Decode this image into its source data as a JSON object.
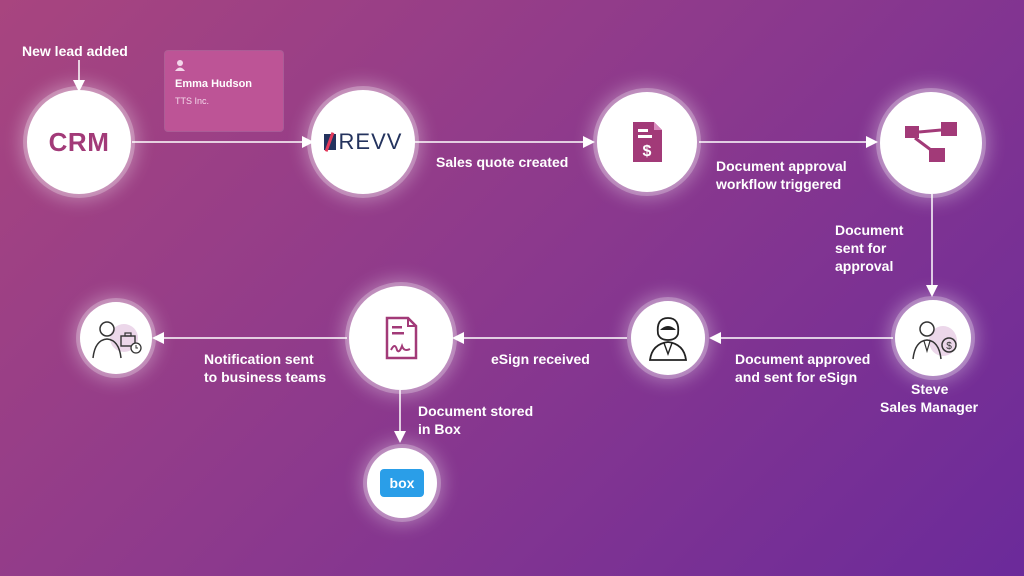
{
  "lead_trigger": "New lead added",
  "lead_card": {
    "name": "Emma Hudson",
    "company": "TTS Inc."
  },
  "nodes": {
    "crm": "CRM",
    "revv": "REVV",
    "box": "box",
    "manager_name": "Steve",
    "manager_title": "Sales Manager"
  },
  "steps": {
    "quote": "Sales quote created",
    "workflow_line1": "Document approval",
    "workflow_line2": "workflow triggered",
    "sent_line1": "Document",
    "sent_line2": "sent for",
    "sent_line3": "approval",
    "approved_line1": "Document approved",
    "approved_line2": "and sent for eSign",
    "esign": "eSign received",
    "notify_line1": "Notification sent",
    "notify_line2": "to business teams",
    "stored_line1": "Document stored",
    "stored_line2": "in Box"
  },
  "icons": {
    "crm": "crm-logo",
    "revv": "revv-logo",
    "quote": "invoice-document-icon",
    "workflow": "workflow-icon",
    "manager": "sales-manager-icon",
    "signer": "businesswoman-icon",
    "esign": "signed-document-icon",
    "teams": "business-team-icon",
    "box": "box-logo"
  },
  "colors": {
    "accent": "#a23a78",
    "bg_start": "#a8457f",
    "bg_end": "#6b2a9a",
    "box_blue": "#2a9ee8",
    "revv_navy": "#24335e"
  }
}
